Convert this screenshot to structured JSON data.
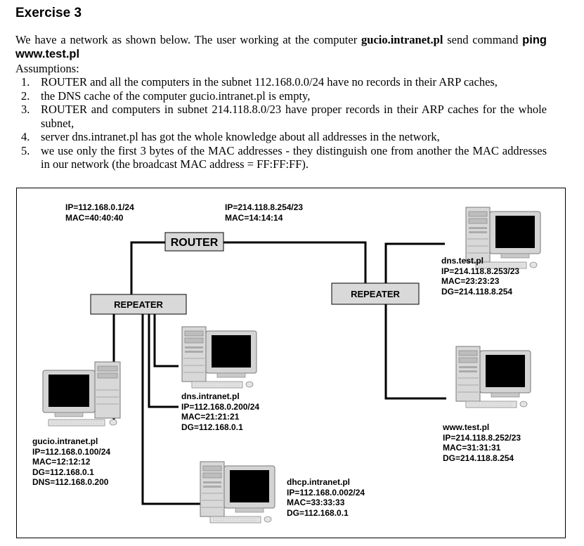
{
  "exercise": {
    "title": "Exercise 3",
    "intro_1": "We have a network as shown below. The user working at the computer ",
    "intro_host": "gucio.intranet.pl",
    "intro_2": " send command ",
    "intro_cmd": "ping www.test.pl",
    "assumptions_label": "Assumptions:",
    "assumptions": [
      {
        "num": "1.",
        "text": "ROUTER and all the computers in the subnet 112.168.0.0/24 have no records in their ARP caches,"
      },
      {
        "num": "2.",
        "text": "the DNS cache of the computer gucio.intranet.pl is empty,"
      },
      {
        "num": "3.",
        "text": "ROUTER and computers in subnet 214.118.8.0/23 have proper records in their ARP caches for the whole subnet,"
      },
      {
        "num": "4.",
        "text": "server dns.intranet.pl has got the whole knowledge about all addresses in the network,"
      },
      {
        "num": "5.",
        "text": "we use only the first 3 bytes of the MAC addresses - they distinguish one from another the MAC addresses in our network (the broadcast MAC address = FF:FF:FF)."
      }
    ]
  },
  "diagram": {
    "router": {
      "label": "ROUTER",
      "left_iface": {
        "ip": "IP=112.168.0.1/24",
        "mac": "MAC=40:40:40"
      },
      "right_iface": {
        "ip": "IP=214.118.8.254/23",
        "mac": "MAC=14:14:14"
      }
    },
    "repeater_left": {
      "label": "REPEATER"
    },
    "repeater_right": {
      "label": "REPEATER"
    },
    "hosts": {
      "gucio": {
        "name": "gucio.intranet.pl",
        "ip": "IP=112.168.0.100/24",
        "mac": "MAC=12:12:12",
        "dg": "DG=112.168.0.1",
        "dns": "DNS=112.168.0.200"
      },
      "dns_intranet": {
        "name": "dns.intranet.pl",
        "ip": "IP=112.168.0.200/24",
        "mac": "MAC=21:21:21",
        "dg": "DG=112.168.0.1"
      },
      "dhcp_intranet": {
        "name": "dhcp.intranet.pl",
        "ip": "IP=112.168.0.002/24",
        "mac": "MAC=33:33:33",
        "dg": "DG=112.168.0.1"
      },
      "dns_test": {
        "name": "dns.test.pl",
        "ip": "IP=214.118.8.253/23",
        "mac": "MAC=23:23:23",
        "dg": "DG=214.118.8.254"
      },
      "www_test": {
        "name": "www.test.pl",
        "ip": "IP=214.118.8.252/23",
        "mac": "MAC=31:31:31",
        "dg": "DG=214.118.8.254"
      }
    }
  }
}
